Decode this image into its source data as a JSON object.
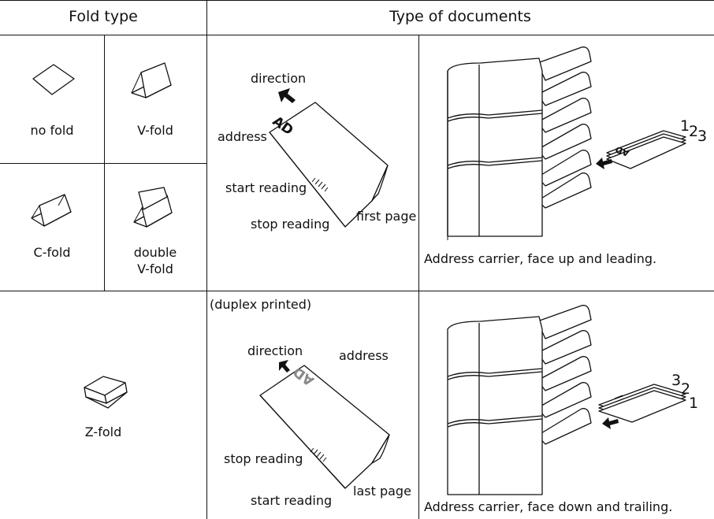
{
  "headers": {
    "fold_type": "Fold type",
    "type_of_documents": "Type of documents"
  },
  "folds": {
    "no_fold": "no fold",
    "v_fold": "V-fold",
    "c_fold": "C-fold",
    "double_v_fold_line1": "double",
    "double_v_fold_line2": "V-fold",
    "z_fold": "Z-fold"
  },
  "row1": {
    "direction": "direction",
    "address": "address",
    "start_reading": "start reading",
    "stop_reading": "stop reading",
    "first_page": "first page",
    "doc_mark": "AD",
    "stack_numbers": [
      "1",
      "2",
      "3"
    ],
    "caption": "Address carrier, face up and leading."
  },
  "row2": {
    "note": "(duplex printed)",
    "direction": "direction",
    "address": "address",
    "stop_reading": "stop reading",
    "start_reading": "start reading",
    "last_page": "last page",
    "doc_mark": "AD",
    "stack_numbers": [
      "3",
      "2",
      "1"
    ],
    "caption": "Address carrier, face down and trailing."
  },
  "icons": [
    "no-fold-icon",
    "v-fold-icon",
    "c-fold-icon",
    "double-v-fold-icon",
    "z-fold-icon",
    "direction-arrow-icon",
    "feeder-machine-icon",
    "feed-arrow-icon"
  ]
}
